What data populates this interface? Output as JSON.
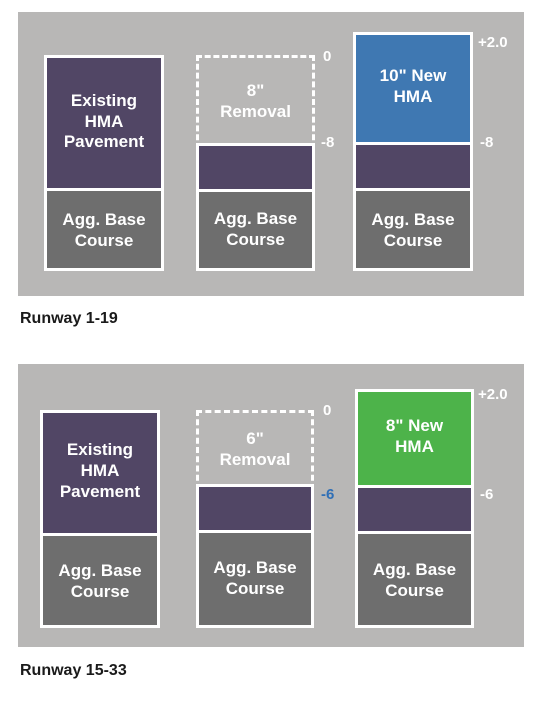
{
  "sections": [
    {
      "caption": "Runway 1-19",
      "existing": {
        "top": "Existing\nHMA\nPavement",
        "bottom": "Agg. Base\nCourse"
      },
      "removal": {
        "label": "8\"\nRemoval",
        "bottom": "Agg. Base\nCourse",
        "top_elev": "0",
        "bottom_elev": "-8"
      },
      "new": {
        "label": "10\" New\nHMA",
        "bottom": "Agg. Base\nCourse",
        "top_elev": "+2.0",
        "mid_elev": "-8"
      },
      "colors": {
        "new_hma": "#3f78b2",
        "removal_elev": "#ffffff"
      }
    },
    {
      "caption": "Runway 15-33",
      "existing": {
        "top": "Existing\nHMA\nPavement",
        "bottom": "Agg. Base\nCourse"
      },
      "removal": {
        "label": "6\"\nRemoval",
        "bottom": "Agg. Base\nCourse",
        "top_elev": "0",
        "bottom_elev": "-6"
      },
      "new": {
        "label": "8\" New\nHMA",
        "bottom": "Agg. Base\nCourse",
        "top_elev": "+2.0",
        "mid_elev": "-6"
      },
      "colors": {
        "new_hma": "#4db34a",
        "removal_elev": "#2f6fb6"
      }
    }
  ],
  "colors": {
    "existing_hma": "#514665",
    "agg_base": "#6e6e6e",
    "panel": "#b8b7b6"
  }
}
